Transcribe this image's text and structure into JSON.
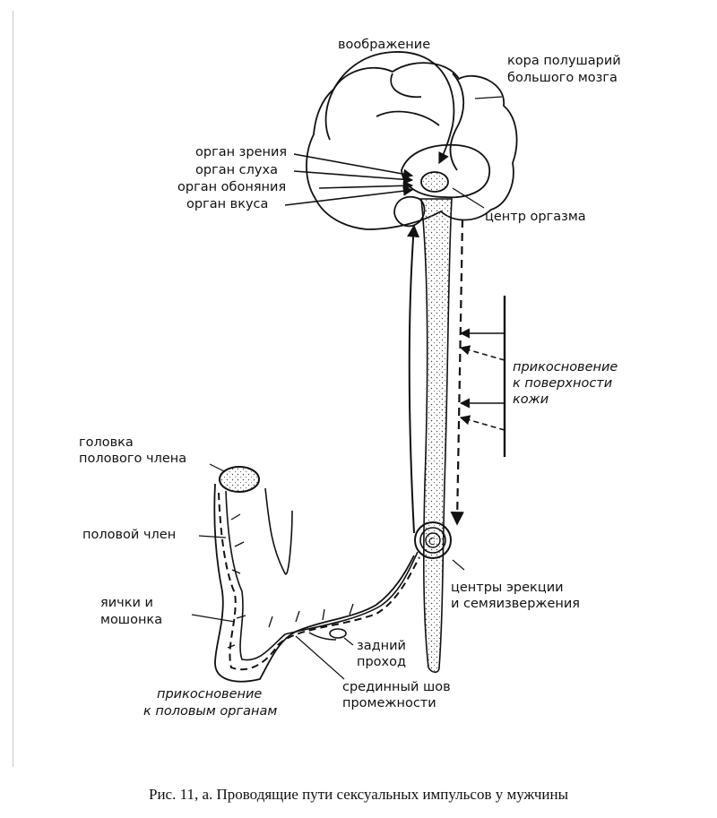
{
  "labels": {
    "imagination": "воображение",
    "cortex": [
      "кора полушарий",
      "большого мозга"
    ],
    "vision": "орган зрения",
    "hearing": "орган слуха",
    "smell": "орган обоняния",
    "taste": "орган вкуса",
    "orgasm_center": "центр оргазма",
    "skin_touch": [
      "прикосновение",
      "к поверхности",
      "кожи"
    ],
    "glans": [
      "головка",
      "полового члена"
    ],
    "penis": "половой член",
    "testes": [
      "яички и",
      "мошонка"
    ],
    "anus": [
      "задний",
      "проход"
    ],
    "erection_centers": [
      "центры эрекции",
      "и семяизвержения"
    ],
    "raphe": [
      "срединный шов",
      "промежности"
    ],
    "genital_touch": [
      "прикосновение",
      "к половым органам"
    ],
    "center_letter": "С"
  },
  "caption": "Рис. 11, а. Проводящие пути сексуальных импульсов у мужчины",
  "colors": {
    "ink": "#111111",
    "paper": "#ffffff"
  }
}
